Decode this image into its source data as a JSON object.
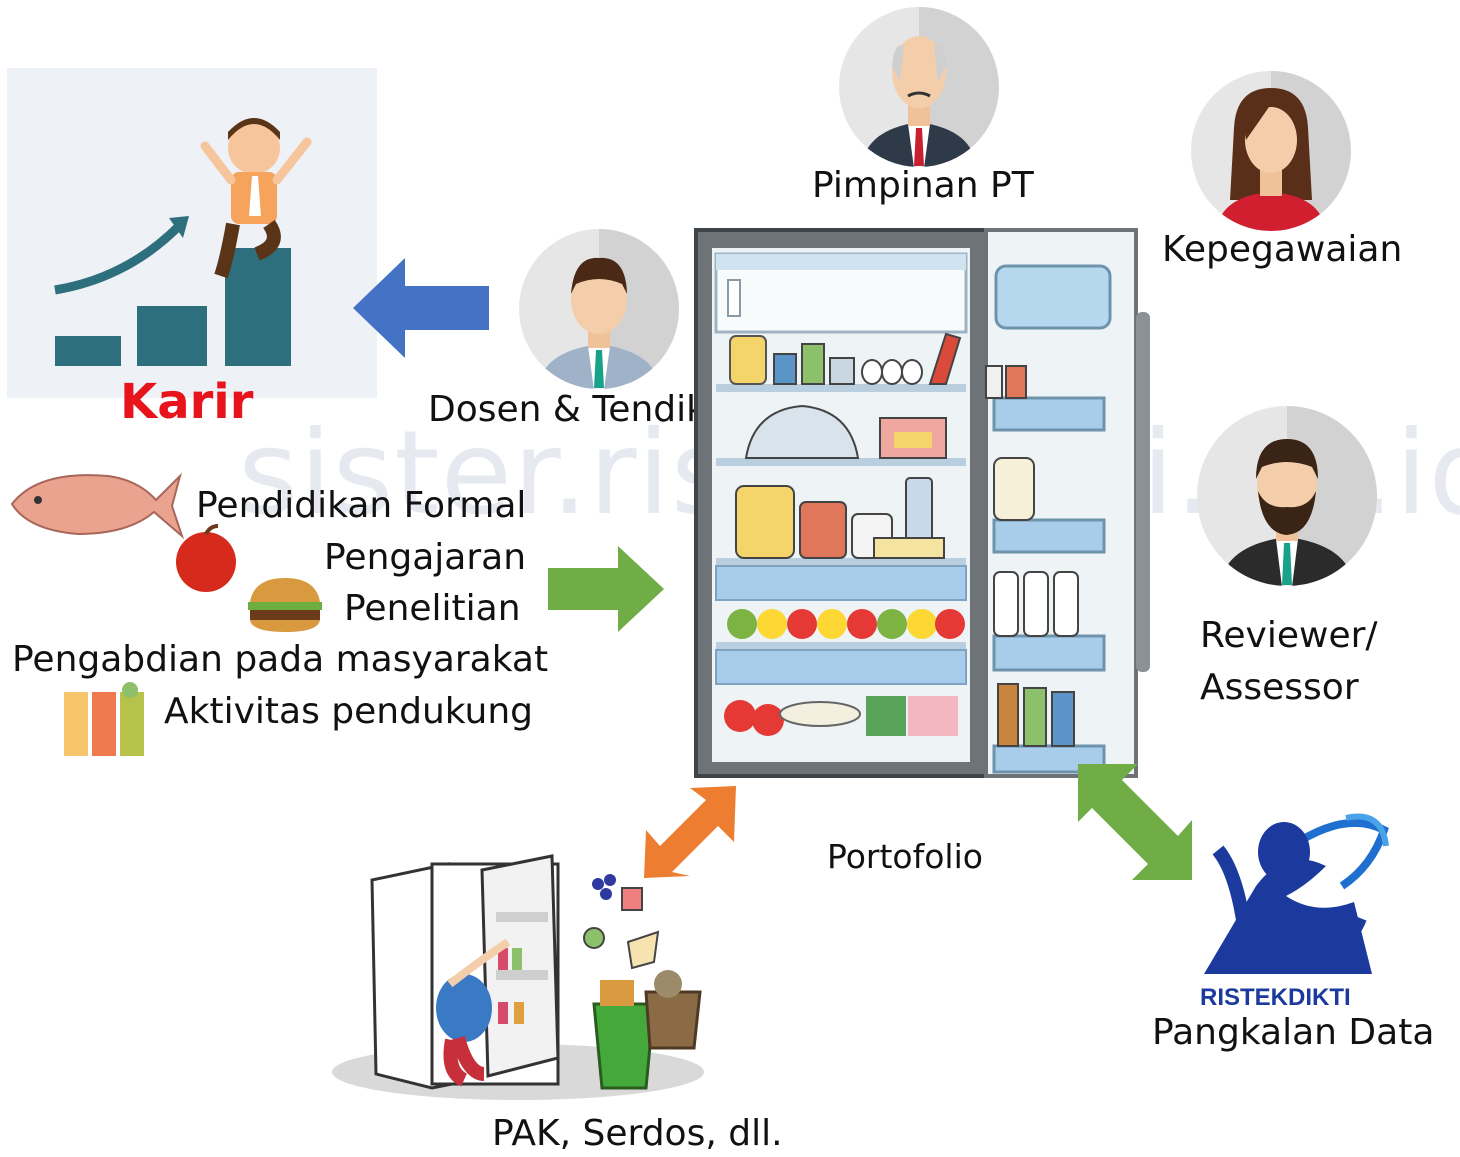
{
  "career": {
    "label": "Karir"
  },
  "actors": {
    "lecturer": "Dosen & Tendik",
    "leader": "Pimpinan PT",
    "staffing": "Kepegawaian",
    "reviewer_line1": "Reviewer/",
    "reviewer_line2": "Assessor"
  },
  "inputs": {
    "items": [
      "Pendidikan Formal",
      "Pengajaran",
      "Penelitian",
      "Pengabdian pada masyarakat",
      "Aktivitas pendukung"
    ]
  },
  "center": {
    "label": "Portofolio"
  },
  "outputs": {
    "bottom": "PAK, Serdos, dll.",
    "database": "Pangkalan Data",
    "logo_text": "RISTEKDIKTI"
  },
  "watermark": "sister.ristekdikti.go.id",
  "colors": {
    "blue_arrow": "#4472c4",
    "green_arrow": "#70ad47",
    "orange_arrow": "#ed7d31",
    "career_red": "#e8141c",
    "logo_blue": "#1c3a9e"
  },
  "icons": [
    "growth-chart-icon",
    "fish-icon",
    "apple-icon",
    "burger-icon",
    "juice-icon",
    "refrigerator-icon",
    "messy-fridge-icon",
    "person-avatar-icon",
    "ristekdikti-logo-icon"
  ]
}
